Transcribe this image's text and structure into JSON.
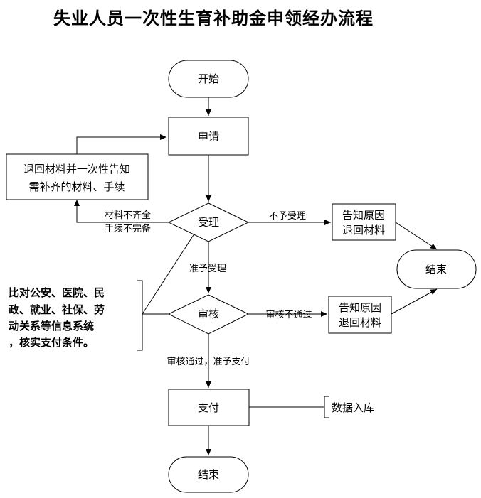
{
  "title": "失业人员一次性生育补助金申领经办流程",
  "nodes": {
    "start": "开始",
    "apply": "申请",
    "return_line1": "退回材料并一次性告知",
    "return_line2": "需补齐的材料、手续",
    "accept": "受理",
    "notify1_line1": "告知原因",
    "notify1_line2": "退回材料",
    "end_right": "结束",
    "review": "审核",
    "notify2_line1": "告知原因",
    "notify2_line2": "退回材料",
    "pay": "支付",
    "db": "数据入库",
    "end_bottom": "结束"
  },
  "edges": {
    "incomplete_line1": "材料不齐全",
    "incomplete_line2": "手续不完备",
    "reject_accept": "不予受理",
    "accepted": "准予受理",
    "review_fail": "审核不通过",
    "review_pass": "审核通过，准予支付"
  },
  "note": {
    "line1": "比对公安、医院、民",
    "line2": "政、就业、社保、劳",
    "line3": "动关系等信息系统",
    "line4": "，核实支付条件。"
  }
}
